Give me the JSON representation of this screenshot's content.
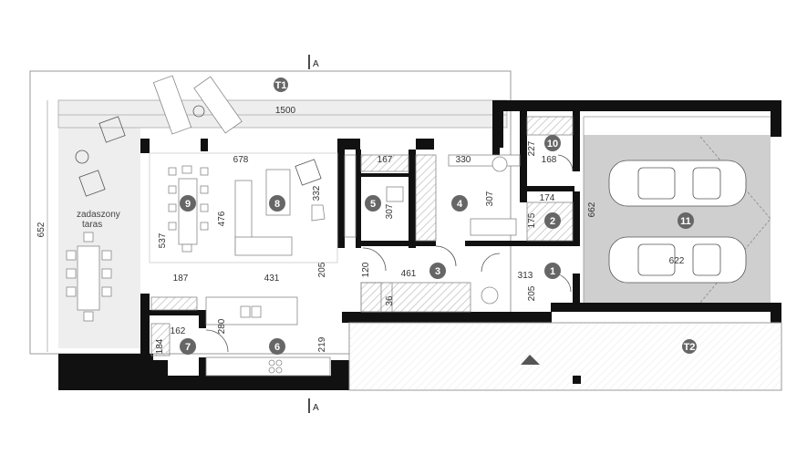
{
  "section_marks": {
    "top": "A",
    "bottom": "A"
  },
  "terraces": {
    "t1": "T1",
    "t2": "T2"
  },
  "covered_terrace_label": {
    "line1": "zadaszony",
    "line2": "taras"
  },
  "dimensions": {
    "overall_width": "1500",
    "overall_depth": "652",
    "d678": "678",
    "d167": "167",
    "d330": "330",
    "d332": "332",
    "d476": "476",
    "d537": "537",
    "d307a": "307",
    "d307b": "307",
    "d227": "227",
    "d168": "168",
    "d174": "174",
    "d175": "175",
    "d662": "662",
    "d622": "622",
    "d187": "187",
    "d431": "431",
    "d205a": "205",
    "d120": "120",
    "d461": "461",
    "d313": "313",
    "d205b": "205",
    "d162": "162",
    "d184": "184",
    "d280": "280",
    "d219": "219",
    "d36": "36"
  },
  "rooms": [
    "1",
    "2",
    "3",
    "4",
    "5",
    "6",
    "7",
    "8",
    "9",
    "10",
    "11"
  ],
  "colors": {
    "wall": "#111111",
    "room_badge": "#666666",
    "garage_fill": "#cfcfcf",
    "terrace_fill": "#eeeeee",
    "hatch": "#cccccc"
  }
}
